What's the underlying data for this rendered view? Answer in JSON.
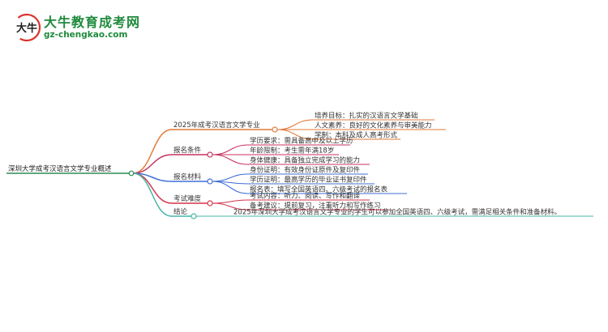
{
  "site": {
    "name": "大牛教育成考网",
    "url": "gz-chengkao.com",
    "logo_glyph": "大牛",
    "brand_color": "#1f8a3c"
  },
  "mindmap": {
    "root": "深圳大学成考汉语言文学专业概述",
    "branches": [
      {
        "label": "2025年成考汉语言文学专业",
        "color": "#e07a3a",
        "children": [
          "培养目标：扎实的汉语言文学基础",
          "人文素养：良好的文化素养与审美能力",
          "学制：本科及成人高考形式"
        ]
      },
      {
        "label": "报名条件",
        "color": "#c8325e",
        "children": [
          "学历要求：需具备高中及以上学历",
          "年龄限制：考生需年满18岁",
          "身体健康：具备独立完成学习的能力"
        ]
      },
      {
        "label": "报名材料",
        "color": "#3f6fd6",
        "children": [
          "身份证明：有效身份证原件及复印件",
          "学历证明：最高学历的毕业证书复印件",
          "报名表：填写全国英语四、六级考试的报名表"
        ]
      },
      {
        "label": "考试难度",
        "color": "#d2344a",
        "children": [
          "考试内容：听力、阅读、写作和翻译",
          "备考建议：提前复习，注重听力和写作练习"
        ]
      },
      {
        "label": "结论",
        "color": "#45b5a6",
        "children": [
          "2025年深圳大学成考汉语言文学专业的学生可以参加全国英语四、六级考试，需满足相关条件和准备材料。"
        ]
      }
    ]
  }
}
